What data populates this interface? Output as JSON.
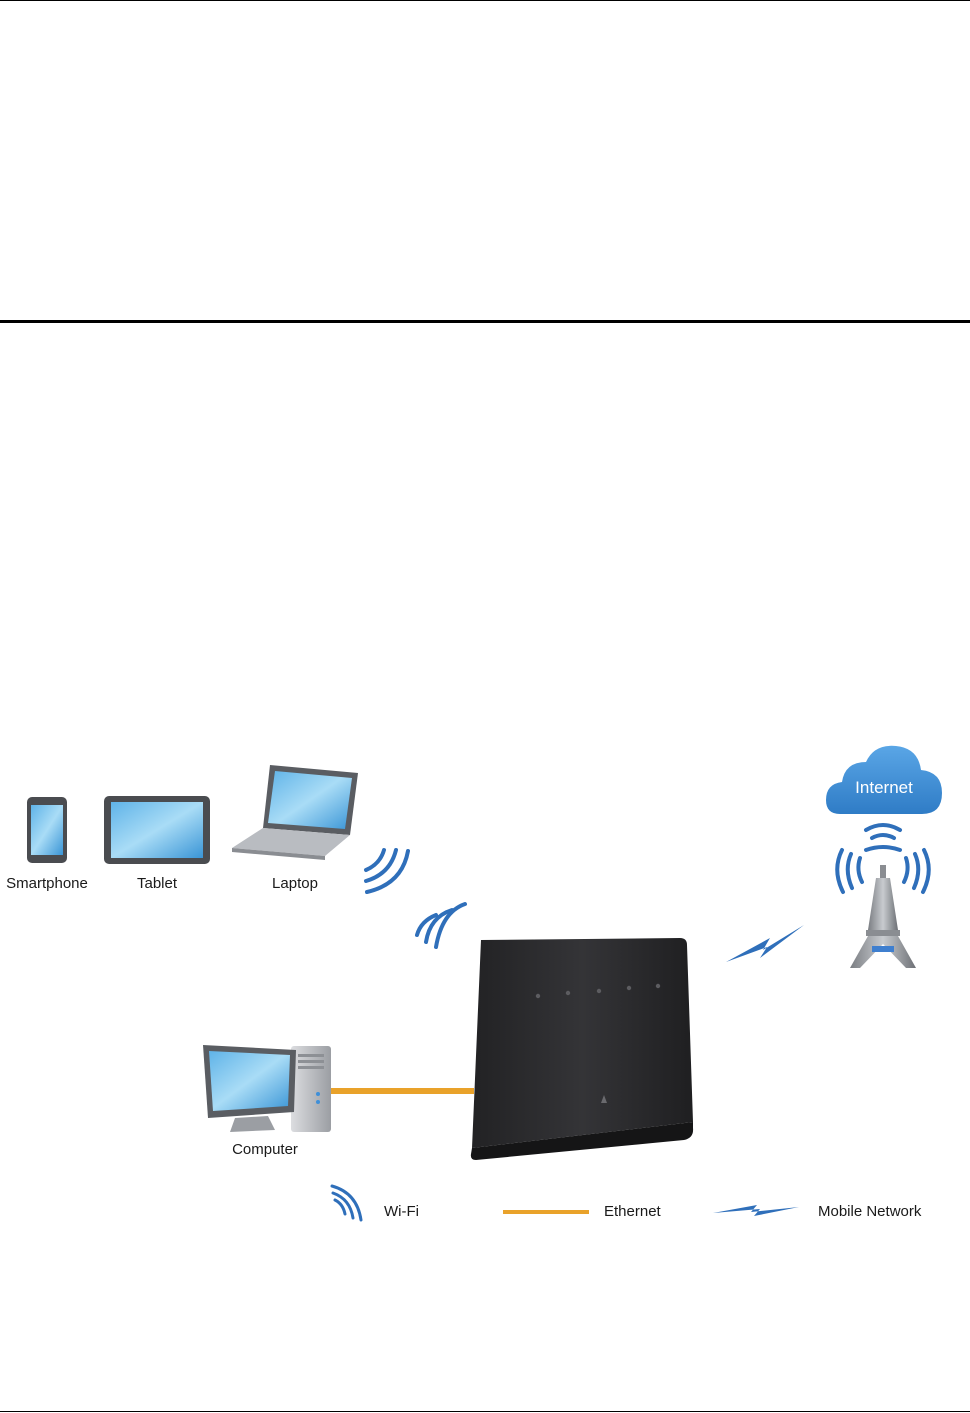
{
  "devices": {
    "smartphone": "Smartphone",
    "tablet": "Tablet",
    "laptop": "Laptop",
    "computer": "Computer"
  },
  "cloud": {
    "label": "Internet"
  },
  "legend": {
    "wifi": "Wi-Fi",
    "ethernet": "Ethernet",
    "mobile": "Mobile Network"
  },
  "colors": {
    "wifi_blue": "#2f6fba",
    "ethernet_orange": "#e9a22a",
    "cloud_blue": "#3f8fd8",
    "router_black": "#2b2b2d"
  }
}
